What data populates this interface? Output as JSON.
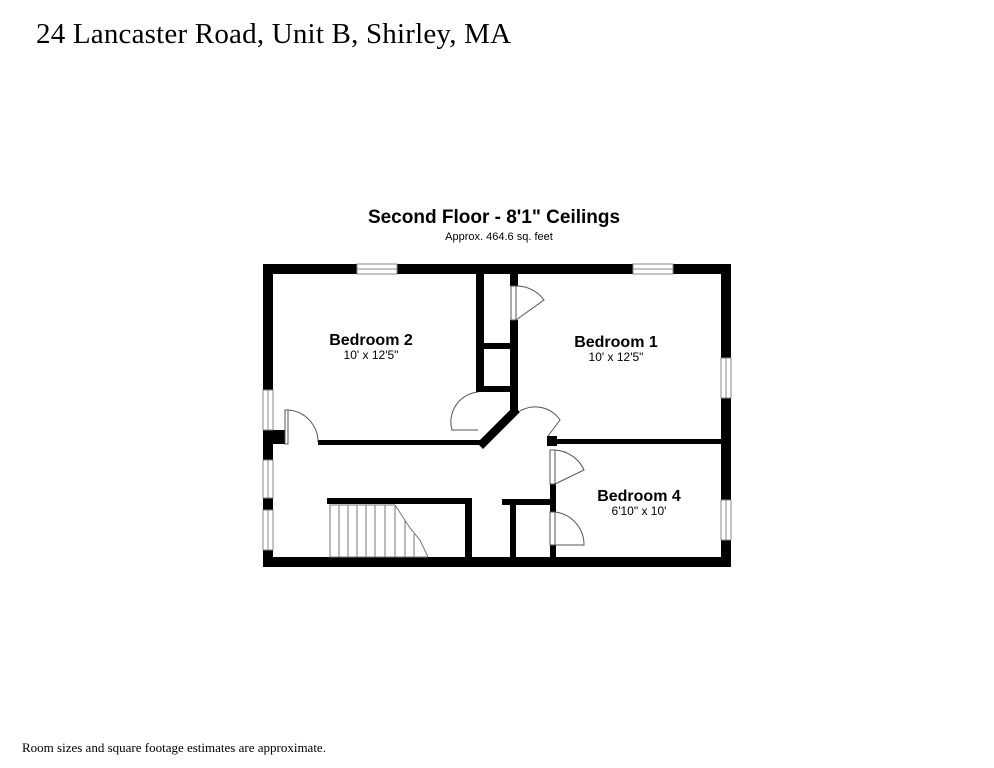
{
  "header": {
    "address": "24 Lancaster Road, Unit B, Shirley, MA"
  },
  "floor": {
    "title": "Second Floor - 8'1\" Ceilings",
    "area": "Approx. 464.6 sq. feet"
  },
  "rooms": [
    {
      "name": "Bedroom 2",
      "dimensions": "10' x 12'5\""
    },
    {
      "name": "Bedroom 1",
      "dimensions": "10' x 12'5\""
    },
    {
      "name": "Bedroom 4",
      "dimensions": "6'10\" x 10'"
    }
  ],
  "footer": {
    "note": "Room sizes and square footage estimates are approximate."
  },
  "colors": {
    "wall": "#000000",
    "background": "#ffffff",
    "fixture": "#888888"
  }
}
